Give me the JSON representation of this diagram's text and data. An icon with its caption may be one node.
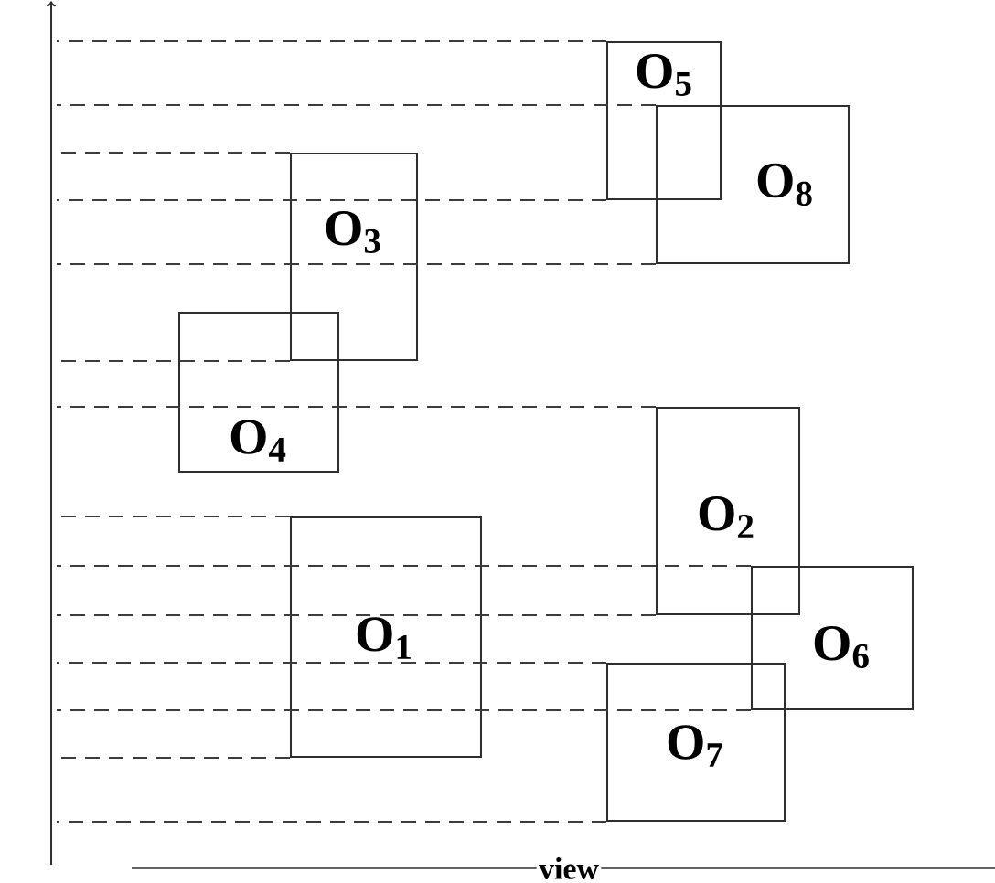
{
  "diagram": {
    "nodes": [
      {
        "text": [
          "O$_{5}$"
        ]
      },
      {
        "text": [
          "O$_{8}$"
        ]
      },
      {
        "text": [
          "O$_{3}$"
        ]
      },
      {
        "text": [
          "O$_{4}$"
        ]
      },
      {
        "text": [
          "O$_{2}$"
        ]
      },
      {
        "text": [
          "O$_{1}$"
        ]
      },
      {
        "text": [
          "O$_{6}$"
        ]
      },
      {
        "text": [
          "O$_{7}$"
        ]
      }
    ],
    "edges": [
      {
        "from": 0,
        "to": null,
        "arrow": "none",
        "style": "dashed"
      },
      {
        "from": 1,
        "to": null,
        "arrow": "none",
        "style": "dashed"
      },
      {
        "from": 2,
        "to": null,
        "arrow": "none",
        "style": "dashed"
      },
      {
        "from": 0,
        "to": null,
        "arrow": "none",
        "style": "dashed"
      },
      {
        "from": 1,
        "to": null,
        "arrow": "none",
        "style": "dashed"
      },
      {
        "from": 2,
        "to": null,
        "arrow": "none",
        "style": "dashed"
      },
      {
        "from": 4,
        "to": null,
        "arrow": "none",
        "style": "dashed"
      },
      {
        "from": 5,
        "to": null,
        "arrow": "none",
        "style": "dashed"
      },
      {
        "from": 6,
        "to": null,
        "arrow": "none",
        "style": "dashed"
      },
      {
        "from": 4,
        "to": null,
        "arrow": "none",
        "style": "dashed"
      },
      {
        "from": 7,
        "to": null,
        "arrow": "none",
        "style": "dashed"
      },
      {
        "from": 6,
        "to": null,
        "arrow": "none",
        "style": "dashed"
      },
      {
        "from": 5,
        "to": null,
        "arrow": "none",
        "style": "dashed"
      },
      {
        "from": 7,
        "to": null,
        "arrow": "none",
        "style": "dashed"
      }
    ],
    "labels": [
      "view"
    ]
  }
}
